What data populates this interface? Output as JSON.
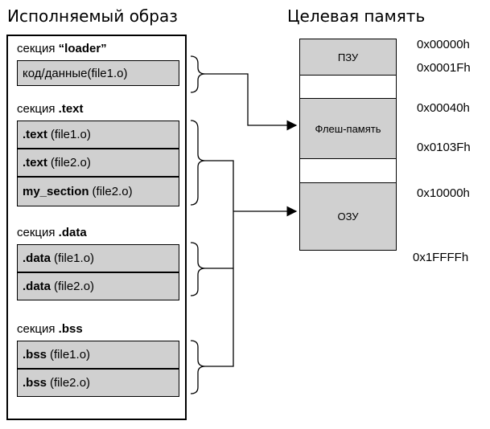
{
  "titles": {
    "image": "Исполняемый образ",
    "memory": "Целевая память"
  },
  "sections": [
    {
      "title_plain": "секция ",
      "title_bold": "“loader”",
      "items": [
        {
          "bold": "",
          "plain": "код/данные(file1.o)"
        }
      ]
    },
    {
      "title_plain": "секция ",
      "title_bold": ".text",
      "items": [
        {
          "bold": ".text",
          "plain": "(file1.o)"
        },
        {
          "bold": ".text",
          "plain": "(file2.o)"
        },
        {
          "bold": "my_section",
          "plain": "(file2.o)"
        }
      ]
    },
    {
      "title_plain": "секция ",
      "title_bold": ".data",
      "items": [
        {
          "bold": ".data",
          "plain": "(file1.o)"
        },
        {
          "bold": ".data",
          "plain": "(file2.o)"
        }
      ]
    },
    {
      "title_plain": "секция ",
      "title_bold": ".bss",
      "items": [
        {
          "bold": ".bss",
          "plain": "(file1.o)"
        },
        {
          "bold": ".bss",
          "plain": "(file2.o)"
        }
      ]
    }
  ],
  "memory_blocks": [
    {
      "label": "ПЗУ"
    },
    {
      "label": ""
    },
    {
      "label": "Флеш-память"
    },
    {
      "label": ""
    },
    {
      "label": "ОЗУ"
    }
  ],
  "addresses": [
    "0x00000h",
    "0x0001Fh",
    "0x00040h",
    "0x0103Fh",
    "0x10000h",
    "0x1FFFFh"
  ],
  "colors": {
    "block_fill": "#d0d0d0",
    "line": "#000000"
  }
}
